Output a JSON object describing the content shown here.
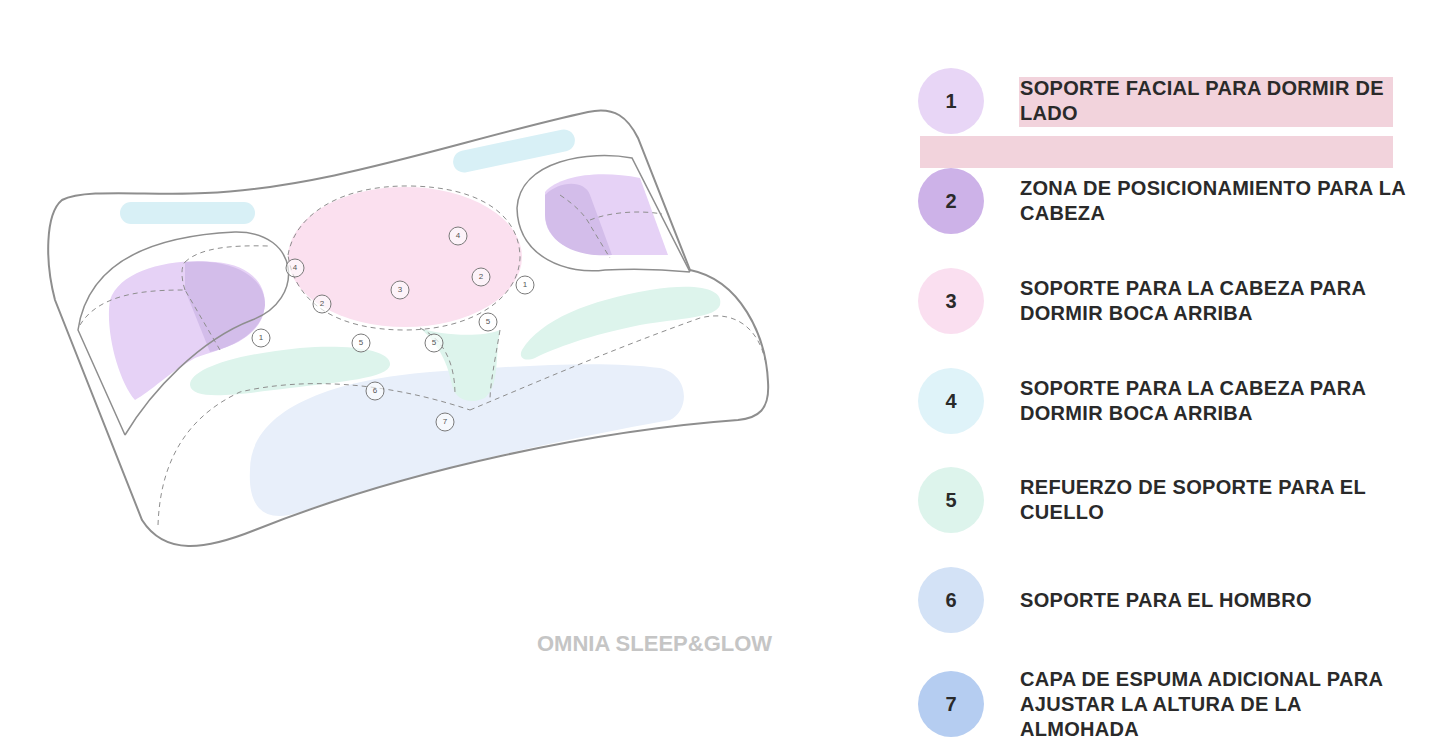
{
  "diagram": {
    "labels": [
      "4",
      "4",
      "3",
      "2",
      "1",
      "2",
      "5",
      "1",
      "5",
      "5",
      "6",
      "7",
      "OMNIA SLEEP&GLOW",
      "1",
      "2",
      "3",
      "4",
      "5",
      "6",
      "7"
    ],
    "legend": [
      {
        "text": "SOPORTE FACIAL PARA DORMIR DE LADO",
        "color": "#e8d6f6"
      },
      {
        "text": "ZONA DE POSICIONAMIENTO PARA LA CABEZA",
        "color": "#cdb2e8"
      },
      {
        "text": "SOPORTE PARA LA CABEZA PARA DORMIR BOCA ARRIBA",
        "color": "#fadff0"
      },
      {
        "text": "SOPORTE PARA LA CABEZA PARA DORMIR BOCA ARRIBA",
        "color": "#dff3f9"
      },
      {
        "text": "REFUERZO DE SOPORTE PARA EL CUELLO",
        "color": "#ddf4ec"
      },
      {
        "text": "SOPORTE PARA EL HOMBRO",
        "color": "#d3e2f6"
      },
      {
        "text": "CAPA DE ESPUMA ADICIONAL PARA AJUSTAR LA ALTURA DE LA ALMOHADA",
        "color": "#b5cdf1"
      }
    ]
  }
}
